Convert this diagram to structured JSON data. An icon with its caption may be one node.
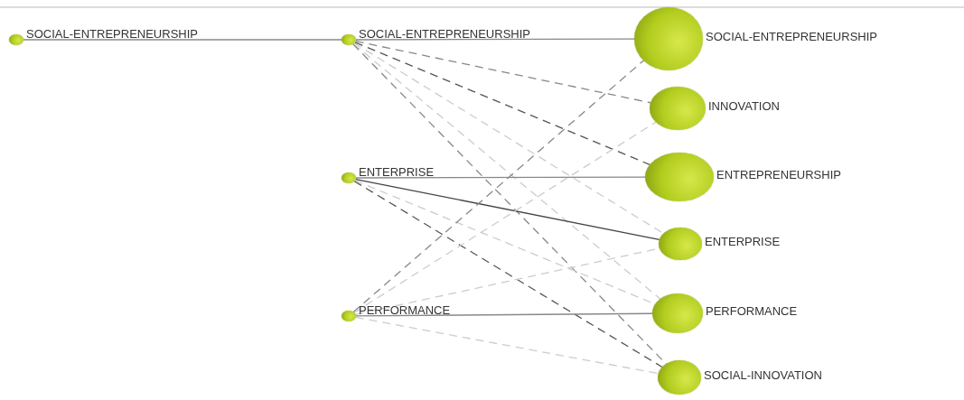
{
  "diagram": {
    "nodes": [
      {
        "text": [
          "SOCIAL-ENTREPRENEURSHIP"
        ]
      },
      {
        "text": [
          "SOCIAL-ENTREPRENEURSHIP"
        ]
      },
      {
        "text": [
          "ENTERPRISE"
        ]
      },
      {
        "text": [
          "PERFORMANCE"
        ]
      },
      {
        "text": [
          "SOCIAL-ENTREPRENEURSHIP"
        ]
      },
      {
        "text": [
          "INNOVATION"
        ]
      },
      {
        "text": [
          "ENTREPRENEURSHIP"
        ]
      },
      {
        "text": [
          "ENTERPRISE"
        ]
      },
      {
        "text": [
          "PERFORMANCE"
        ]
      },
      {
        "text": [
          "SOCIAL-INNOVATION"
        ]
      }
    ],
    "edges": [
      {
        "from": 0,
        "to": 1,
        "arrow": "none"
      },
      {
        "from": 1,
        "to": 4,
        "arrow": "none"
      },
      {
        "from": 1,
        "to": 5,
        "arrow": "none",
        "style": "dashed"
      },
      {
        "from": 1,
        "to": 6,
        "arrow": "none",
        "style": "dashed",
        "color": "#555555"
      },
      {
        "from": 1,
        "to": 7,
        "arrow": "none",
        "style": "dashed",
        "color": "#cccccc"
      },
      {
        "from": 1,
        "to": 8,
        "arrow": "none",
        "style": "dashed",
        "color": "#cccccc"
      },
      {
        "from": 1,
        "to": 9,
        "arrow": "none",
        "style": "dashed"
      },
      {
        "from": 2,
        "to": 6,
        "arrow": "none"
      },
      {
        "from": 2,
        "to": 7,
        "arrow": "none",
        "color": "#444444"
      },
      {
        "from": 2,
        "to": 8,
        "arrow": "none",
        "style": "dashed",
        "color": "#cccccc"
      },
      {
        "from": 2,
        "to": 9,
        "arrow": "none",
        "style": "dashed",
        "color": "#555555"
      },
      {
        "from": 3,
        "to": 4,
        "arrow": "none",
        "style": "dashed"
      },
      {
        "from": 3,
        "to": 5,
        "arrow": "none",
        "style": "dashed",
        "color": "#cccccc"
      },
      {
        "from": 3,
        "to": 7,
        "arrow": "none",
        "style": "dashed",
        "color": "#cccccc"
      },
      {
        "from": 3,
        "to": 8,
        "arrow": "none"
      },
      {
        "from": 3,
        "to": 9,
        "arrow": "none",
        "style": "dashed",
        "color": "#cccccc"
      }
    ]
  }
}
